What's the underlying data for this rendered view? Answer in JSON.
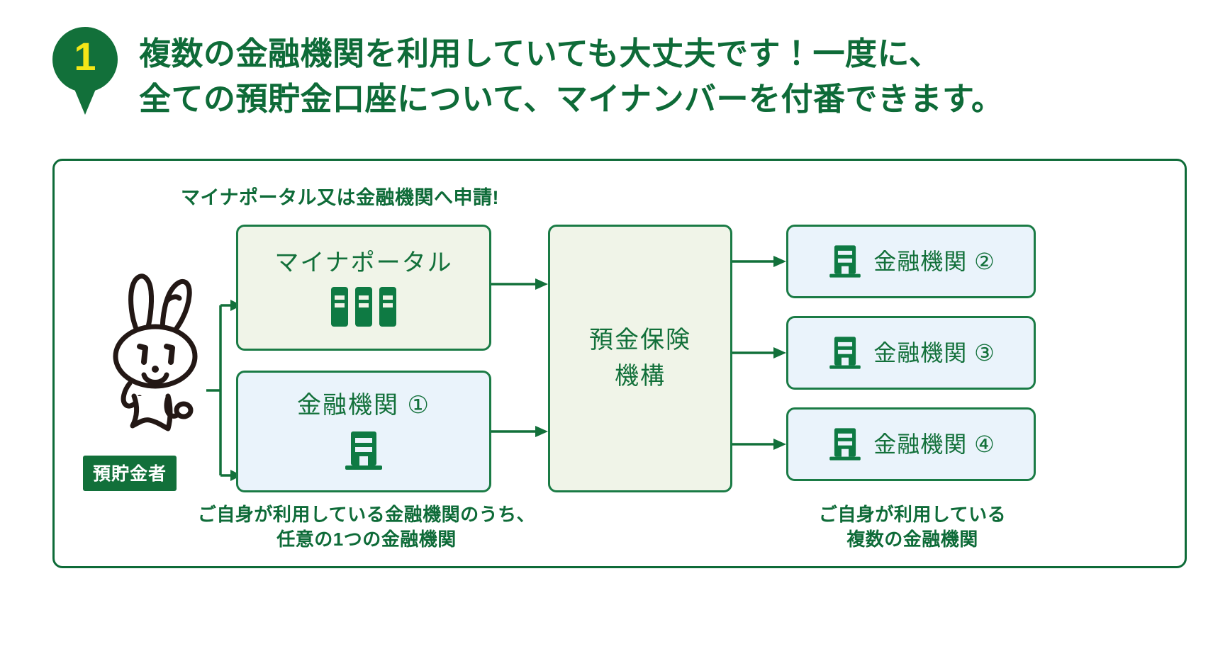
{
  "header": {
    "badge_number": "1",
    "badge_icon": "map-pin-icon",
    "title_line1": "複数の金融機関を利用していても大丈夫です！一度に、",
    "title_line2": "全ての預貯金口座について、マイナンバーを付番できます。"
  },
  "diagram": {
    "apply_label": "マイナポータル又は金融機関へ申請!",
    "mascot": {
      "icon": "rabbit-mascot-icon",
      "badge_label": "預貯金者"
    },
    "source_nodes": [
      {
        "id": "portal",
        "title": "マイナポータル",
        "icon": "three-buildings-icon",
        "variant": "green"
      },
      {
        "id": "bank1",
        "title": "金融機関 ①",
        "icon": "building-icon",
        "variant": "blue"
      }
    ],
    "hub_node": {
      "id": "dicj",
      "title_line1": "預金保険",
      "title_line2": "機構",
      "variant": "green"
    },
    "target_nodes": [
      {
        "id": "bank2",
        "title": "金融機関 ②",
        "icon": "building-icon"
      },
      {
        "id": "bank3",
        "title": "金融機関 ③",
        "icon": "building-icon"
      },
      {
        "id": "bank4",
        "title": "金融機関 ④",
        "icon": "building-icon"
      }
    ],
    "caption_left_line1": "ご自身が利用している金融機関のうち、",
    "caption_left_line2": "任意の1つの金融機関",
    "caption_right_line1": "ご自身が利用している",
    "caption_right_line2": "複数の金融機関"
  },
  "colors": {
    "brand_green": "#0E6B38",
    "node_border": "#1A7B45",
    "badge_green": "#12703A",
    "pin_number_yellow": "#F5E617",
    "box_green_fill": "#F0F4E8",
    "box_blue_fill": "#EAF3FB",
    "mascot_outline": "#231815",
    "background": "#FFFFFF"
  }
}
